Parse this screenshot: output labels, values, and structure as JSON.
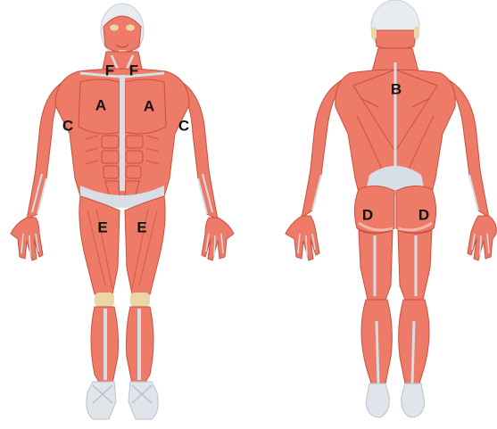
{
  "labels": {
    "front_chest_left": "A",
    "front_chest_right": "A",
    "back_upper": "B",
    "front_shoulder_left": "C",
    "front_shoulder_right": "C",
    "back_glute_left": "D",
    "back_glute_right": "D",
    "front_thigh_left": "E",
    "front_thigh_right": "E",
    "front_neck_left": "F",
    "front_neck_right": "F"
  },
  "colors": {
    "muscle": "#ee7b67",
    "muscle_dark": "#d9604d",
    "muscle_line": "#c9503f",
    "tendon": "#d7dee5",
    "bone": "#e9d8a6",
    "skull": "#e8ecf0",
    "foot": "#dfe5ea"
  }
}
